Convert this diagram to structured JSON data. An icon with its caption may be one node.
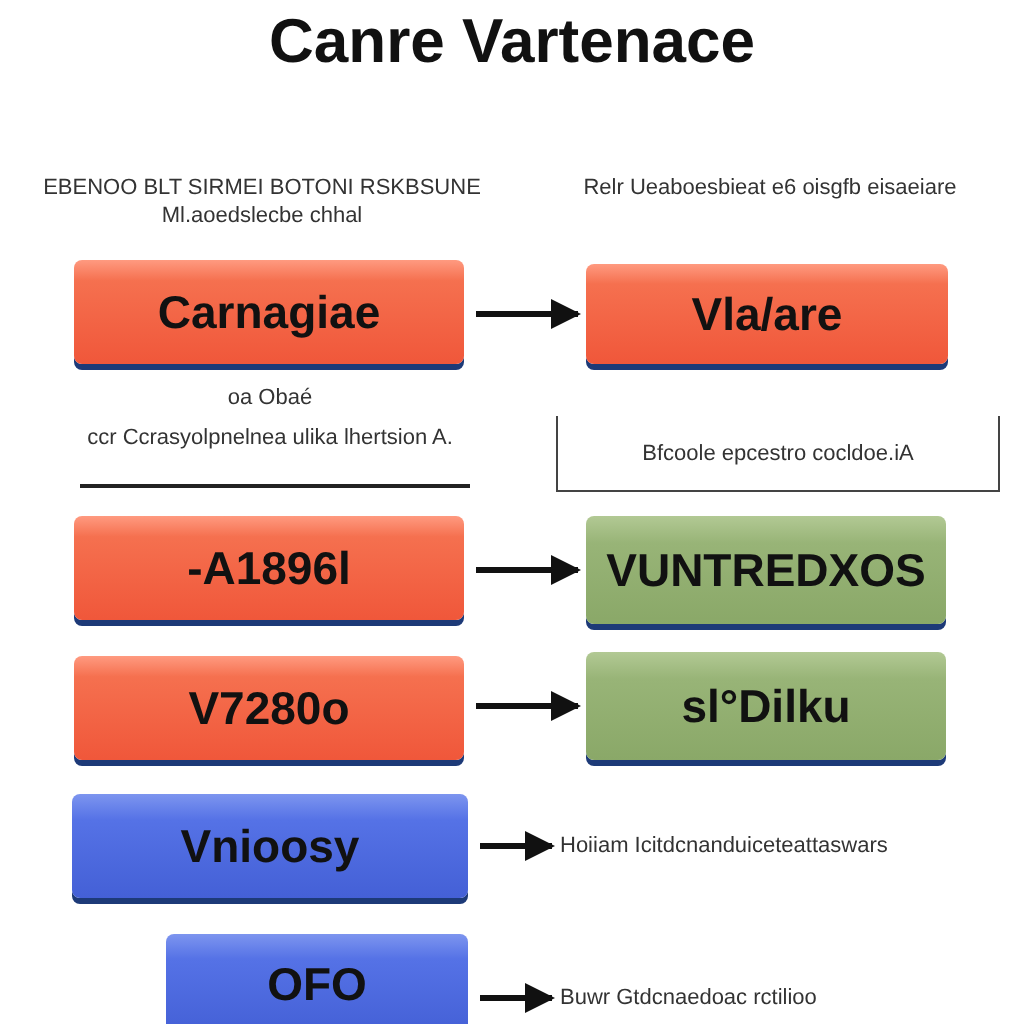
{
  "diagram": {
    "title": "Canre Vartenace",
    "nodes": [
      {
        "text": [
          "Carnagiae"
        ]
      },
      {
        "text": [
          "Vla/are"
        ]
      },
      {
        "text": [
          "Bfcoole epcestro cocldoe.iA"
        ]
      },
      {
        "text": [
          "-A1896l"
        ]
      },
      {
        "text": [
          "VUNTREDXOS"
        ]
      },
      {
        "text": [
          "V7280o"
        ]
      },
      {
        "text": [
          "sl°Dilku"
        ]
      },
      {
        "text": [
          "Vnioosy"
        ]
      },
      {
        "text": [
          "Hoiiam Icitdcnanduiceteattaswars"
        ]
      },
      {
        "text": [
          "OFO"
        ]
      },
      {
        "text": [
          "Buwr Gtdcnaedoac rctilioo"
        ]
      }
    ],
    "edges": [
      {
        "from": 0,
        "to": 1,
        "arrow": "to"
      },
      {
        "from": 3,
        "to": 4,
        "arrow": "to"
      },
      {
        "from": 5,
        "to": 6,
        "arrow": "to"
      },
      {
        "from": 7,
        "to": 8,
        "arrow": "to"
      },
      {
        "from": 9,
        "to": 10,
        "arrow": "to"
      }
    ],
    "labels": [
      "EBENOO BLT SIRMEI BOTONI RSKBSUNE Ml.aoedslecbe chhal",
      "Relr Ueaboesbieat e6 oisgfb eisaeiare",
      "oa Obaé",
      "ccr Ccrasyolpnelnea ulika lhertsion A."
    ]
  }
}
